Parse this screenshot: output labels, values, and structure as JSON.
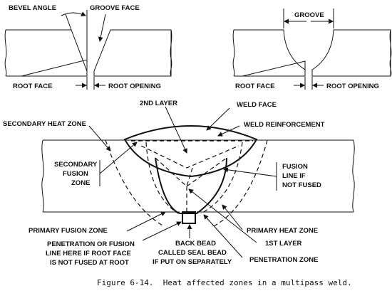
{
  "top_left": {
    "bevel_angle": "BEVEL ANGLE",
    "groove_face": "GROOVE FACE",
    "root_face": "ROOT FACE",
    "root_opening": "ROOT OPENING"
  },
  "top_right": {
    "groove": "GROOVE",
    "root_face": "ROOT FACE",
    "root_opening": "ROOT OPENING"
  },
  "main": {
    "second_layer": "2ND LAYER",
    "weld_face": "WELD FACE",
    "secondary_heat_zone": "SECONDARY HEAT ZONE",
    "weld_reinforcement": "WELD REINFORCEMENT",
    "secondary_fusion_zone": [
      "SECONDARY",
      "FUSION",
      "ZONE"
    ],
    "fusion_line": [
      "FUSION",
      "LINE IF",
      "NOT FUSED"
    ],
    "primary_fusion_zone": "PRIMARY FUSION ZONE",
    "primary_heat_zone": "PRIMARY HEAT ZONE",
    "penetration_note": [
      "PENETRATION OR FUSION",
      "LINE HERE IF ROOT FACE",
      "IS NOT FUSED AT ROOT"
    ],
    "back_bead": [
      "BACK BEAD",
      "CALLED SEAL BEAD",
      "IF PUT ON SEPARATELY"
    ],
    "first_layer": "1ST LAYER",
    "penetration_zone": "PENETRATION ZONE"
  },
  "caption": "Figure 6-14.  Heat affected zones in a multipass weld."
}
